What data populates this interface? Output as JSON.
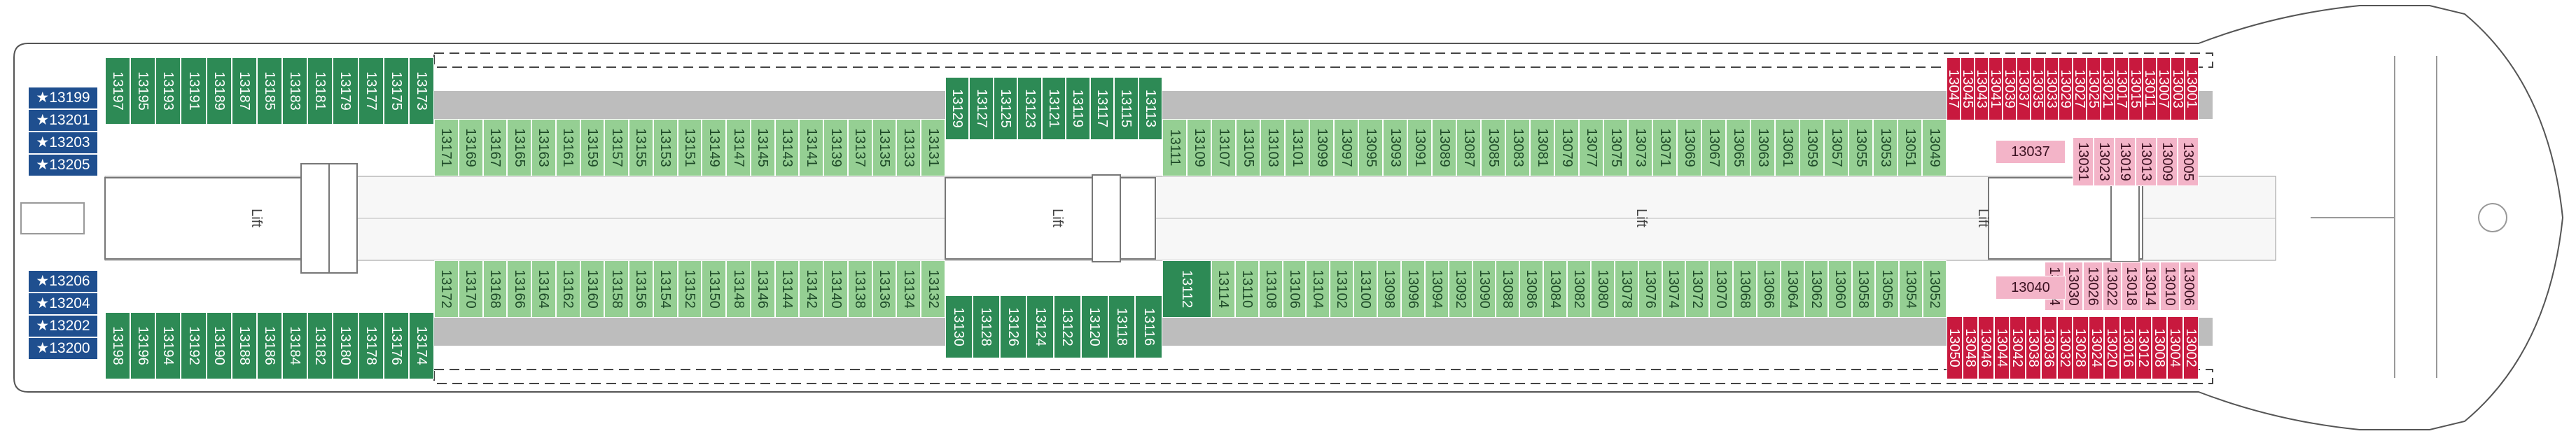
{
  "cabin_colors": {
    "exterior": "#2d8a55",
    "interior": "#95cf93",
    "suite": "#c8193e",
    "special": "#f3b4c8",
    "accessible": "#1f4f8f"
  },
  "lift_label": "Lift",
  "cabins": {
    "blue_top": [
      "★13199",
      "★13201",
      "★13203",
      "★13205"
    ],
    "blue_bottom": [
      "★13206",
      "★13204",
      "★13202",
      "★13200"
    ],
    "fwd_top": [
      "13197",
      "13195",
      "13193",
      "13191",
      "13189",
      "13187",
      "13185",
      "13183",
      "13181",
      "13179",
      "13177",
      "13175",
      "13173"
    ],
    "fwd_bottom": [
      "13198",
      "13196",
      "13194",
      "13192",
      "13190",
      "13188",
      "13186",
      "13184",
      "13182",
      "13180",
      "13178",
      "13176",
      "13174"
    ],
    "in_top_a": [
      "13171",
      "13169",
      "13167",
      "13165",
      "13163",
      "13161",
      "13159",
      "13157",
      "13155",
      "13153",
      "13151",
      "13149",
      "13147",
      "13145",
      "13143",
      "13141",
      "13139",
      "13137",
      "13135",
      "13133",
      "13131"
    ],
    "mid_top": [
      "13129",
      "13127",
      "13125",
      "13123",
      "13121",
      "13119",
      "13117",
      "13115",
      "13113"
    ],
    "in_top_b": [
      "13111",
      "13109",
      "13107",
      "13105",
      "13103",
      "13101",
      "13099",
      "13097",
      "13095",
      "13093",
      "13091",
      "13089",
      "13087",
      "13085",
      "13083",
      "13081",
      "13079",
      "13077",
      "13075",
      "13073",
      "13071",
      "13069",
      "13067",
      "13065",
      "13063",
      "13061",
      "13059",
      "13057",
      "13055",
      "13053",
      "13051",
      "13049"
    ],
    "in_bot_a": [
      "13172",
      "13170",
      "13168",
      "13166",
      "13164",
      "13162",
      "13160",
      "13158",
      "13156",
      "13154",
      "13152",
      "13150",
      "13148",
      "13146",
      "13144",
      "13142",
      "13140",
      "13138",
      "13136",
      "13134",
      "13132"
    ],
    "mid_bottom": [
      "13130",
      "13128",
      "13126",
      "13124",
      "13122",
      "13120",
      "13118",
      "13116"
    ],
    "in_bot_b": [
      "13114",
      "13110",
      "13108",
      "13106",
      "13104",
      "13102",
      "13100",
      "13098",
      "13096",
      "13094",
      "13092",
      "13090",
      "13088",
      "13086",
      "13084",
      "13082",
      "13080",
      "13078",
      "13076",
      "13074",
      "13072",
      "13070",
      "13068",
      "13066",
      "13064",
      "13062",
      "13060",
      "13058",
      "13056",
      "13054",
      "13052"
    ],
    "ext_special": "13112",
    "aft_top": [
      "13047",
      "13045",
      "13043",
      "13041",
      "13039",
      "13037",
      "13035",
      "13033",
      "13029",
      "13027",
      "13025",
      "13021",
      "13017",
      "13015",
      "13011",
      "13007",
      "13003",
      "13001"
    ],
    "aft_bottom": [
      "13050",
      "13048",
      "13046",
      "13044",
      "13042",
      "13038",
      "13036",
      "13032",
      "13028",
      "13024",
      "13020",
      "13016",
      "13012",
      "13008",
      "13004",
      "13002"
    ],
    "pink_h": [
      "13037",
      "13040"
    ],
    "pink_top": [
      "13031",
      "13023",
      "13019",
      "13013",
      "13009",
      "13005"
    ],
    "pink_bottom": [
      "13034",
      "13030",
      "13026",
      "13022",
      "13018",
      "13014",
      "13010",
      "13006"
    ]
  }
}
